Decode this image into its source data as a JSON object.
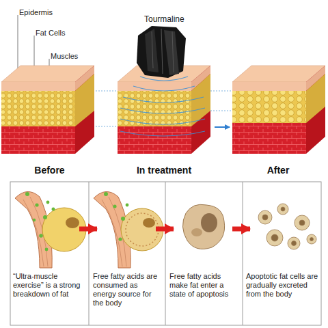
{
  "diagram": {
    "nodes": [
      {
        "text": [
          "Before"
        ]
      },
      {
        "text": [
          "In treatment"
        ]
      },
      {
        "text": [
          "After"
        ]
      },
      {
        "text": [
          "“Ultra-muscle exercise” is a strong breakdown of fat"
        ]
      },
      {
        "text": [
          "Free fatty acids are consumed as energy source for the body"
        ]
      },
      {
        "text": [
          "Free fatty acids make fat enter a state of apoptosis"
        ]
      },
      {
        "text": [
          "Apoptotic fat cells are gradually excreted from the body"
        ]
      }
    ],
    "edges": [
      {
        "from": 1,
        "to": 2,
        "arrow": "to"
      },
      {
        "from": 3,
        "to": 4,
        "arrow": "to"
      },
      {
        "from": 4,
        "to": 5,
        "arrow": "to"
      },
      {
        "from": 5,
        "to": 6,
        "arrow": "to"
      }
    ],
    "labels": [
      "Epidermis",
      "Fat Cells",
      "Muscles",
      "Tourmaline"
    ]
  }
}
